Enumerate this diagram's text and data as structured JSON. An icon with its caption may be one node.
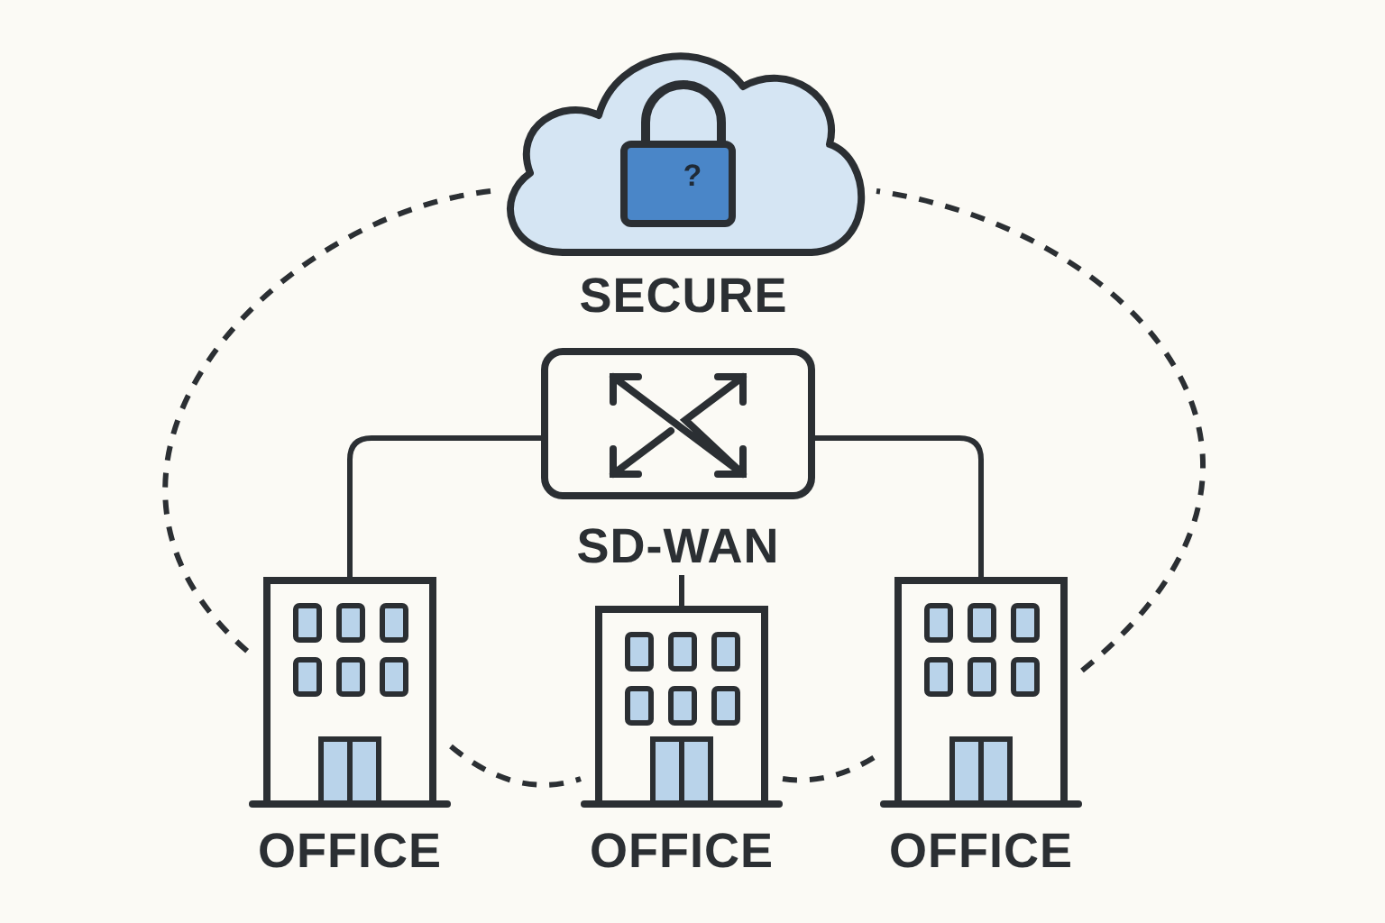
{
  "diagram": {
    "nodes": [
      {
        "text": [
          "SECURE"
        ]
      },
      {
        "text": [
          "SD-WAN"
        ]
      },
      {
        "text": [
          "OFFICE"
        ]
      },
      {
        "text": [
          "OFFICE"
        ]
      },
      {
        "text": [
          "OFFICE"
        ]
      }
    ],
    "edges": [
      {
        "from": 1,
        "to": 2,
        "arrow": "none"
      },
      {
        "from": 1,
        "to": 3,
        "arrow": "none"
      },
      {
        "from": 1,
        "to": 4,
        "arrow": "none"
      },
      {
        "from": 0,
        "to": 2,
        "arrow": "none",
        "style": "dashed"
      },
      {
        "from": 2,
        "to": 3,
        "arrow": "none",
        "style": "dashed"
      },
      {
        "from": 3,
        "to": 4,
        "arrow": "none",
        "style": "dashed"
      },
      {
        "from": 4,
        "to": 0,
        "arrow": "none",
        "style": "dashed"
      }
    ],
    "labels": [
      "?"
    ]
  }
}
